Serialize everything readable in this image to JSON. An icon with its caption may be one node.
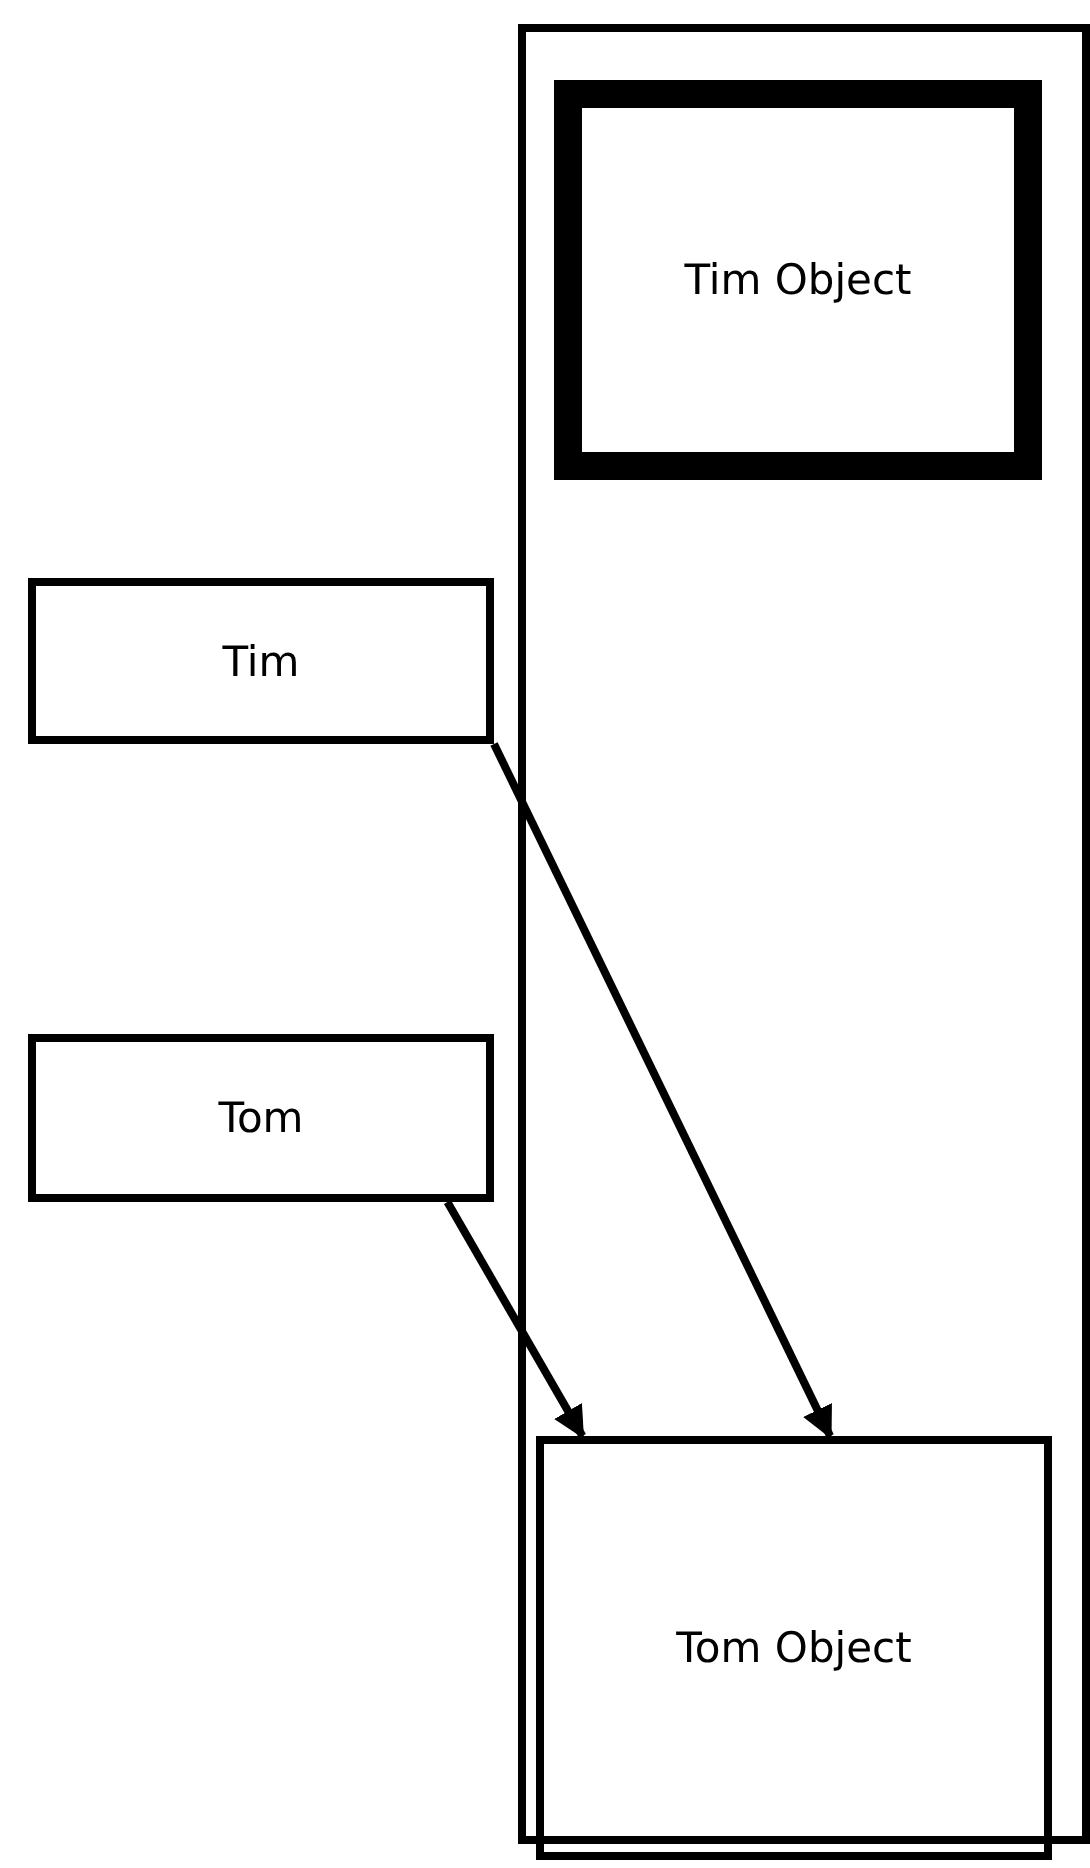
{
  "diagram": {
    "nodes": [
      {
        "text": [],
        "shape": "box"
      },
      {
        "text": [
          "Tim Object"
        ],
        "in": 0
      },
      {
        "text": [
          "Tim"
        ]
      },
      {
        "text": [
          "Tom"
        ]
      },
      {
        "text": [
          "Tom Object"
        ],
        "in": 0
      }
    ],
    "edges": [
      {
        "from": 2,
        "to": 4,
        "arrow": "to"
      },
      {
        "from": 3,
        "to": 4,
        "arrow": "to"
      }
    ]
  }
}
